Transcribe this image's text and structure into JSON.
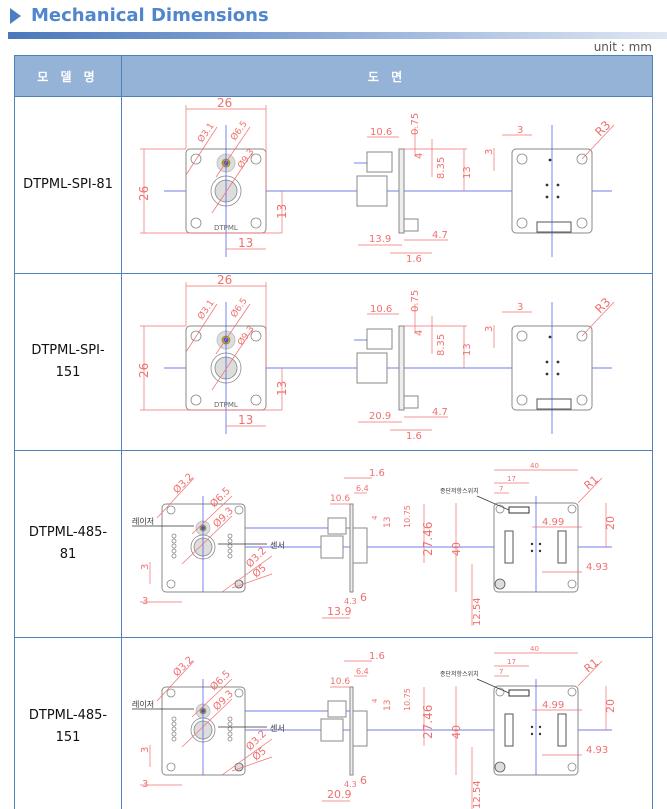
{
  "title": "Mechanical Dimensions",
  "unit": "unit : mm",
  "table": {
    "headers": [
      "모 델 명",
      "도 면"
    ]
  },
  "rows": [
    {
      "model": "DTPML-SPI-81",
      "type": "spi",
      "logo": "DTPML",
      "dims": {
        "w": "26",
        "h": "26",
        "half_h": "13",
        "half_w": "13",
        "d1": "Ø3.1",
        "d2": "Ø6.5",
        "d3": "Ø9.3",
        "s1": "10.6",
        "s2": "0.75",
        "s3": "4",
        "s4": "8.35",
        "s5": "13",
        "s6": "13.9",
        "s7": "4.7",
        "s8": "1.6",
        "b1": "3",
        "b2": "3",
        "b3": "R3"
      }
    },
    {
      "model": "DTPML-SPI-151",
      "type": "spi",
      "logo": "DTPML",
      "dims": {
        "w": "26",
        "h": "26",
        "half_h": "13",
        "half_w": "13",
        "d1": "Ø3.1",
        "d2": "Ø6.5",
        "d3": "Ø9.3",
        "s1": "10.6",
        "s2": "0.75",
        "s3": "4",
        "s4": "8.35",
        "s5": "13",
        "s6": "20.9",
        "s7": "4.7",
        "s8": "1.6",
        "b1": "3",
        "b2": "3",
        "b3": "R3"
      }
    },
    {
      "model": "DTPML-485-81",
      "type": "485",
      "dims": {
        "laser": "레이저",
        "sensor": "센서",
        "d1": "Ø3.2",
        "d2": "Ø6.5",
        "d3": "Ø9.3",
        "d4": "Ø3.2",
        "d5": "Ø5",
        "m1": "3",
        "m2": "3",
        "s1": "1.6",
        "s2": "6.4",
        "s3": "10.6",
        "s4": "4",
        "s5": "13",
        "s6": "10.75",
        "s7": "27.46",
        "s8": "6",
        "s9": "4.3",
        "s10": "13.9",
        "b1": "40",
        "b2": "17",
        "b3": "7",
        "b4": "R1",
        "b5": "종단저항스위치",
        "b6": "4.99",
        "b7": "20",
        "b8": "40",
        "b9": "4.93",
        "b10": "12.54"
      }
    },
    {
      "model": "DTPML-485-151",
      "type": "485",
      "dims": {
        "laser": "레이저",
        "sensor": "센서",
        "d1": "Ø3.2",
        "d2": "Ø6.5",
        "d3": "Ø9.3",
        "d4": "Ø3.2",
        "d5": "Ø5",
        "m1": "3",
        "m2": "3",
        "s1": "1.6",
        "s2": "6.4",
        "s3": "10.6",
        "s4": "4",
        "s5": "13",
        "s6": "10.75",
        "s7": "27.46",
        "s8": "6",
        "s9": "4.3",
        "s10": "20.9",
        "b1": "40",
        "b2": "17",
        "b3": "7",
        "b4": "R1",
        "b5": "종단저항스위치",
        "b6": "4.99",
        "b7": "20",
        "b8": "40",
        "b9": "4.93",
        "b10": "12.54"
      }
    }
  ]
}
